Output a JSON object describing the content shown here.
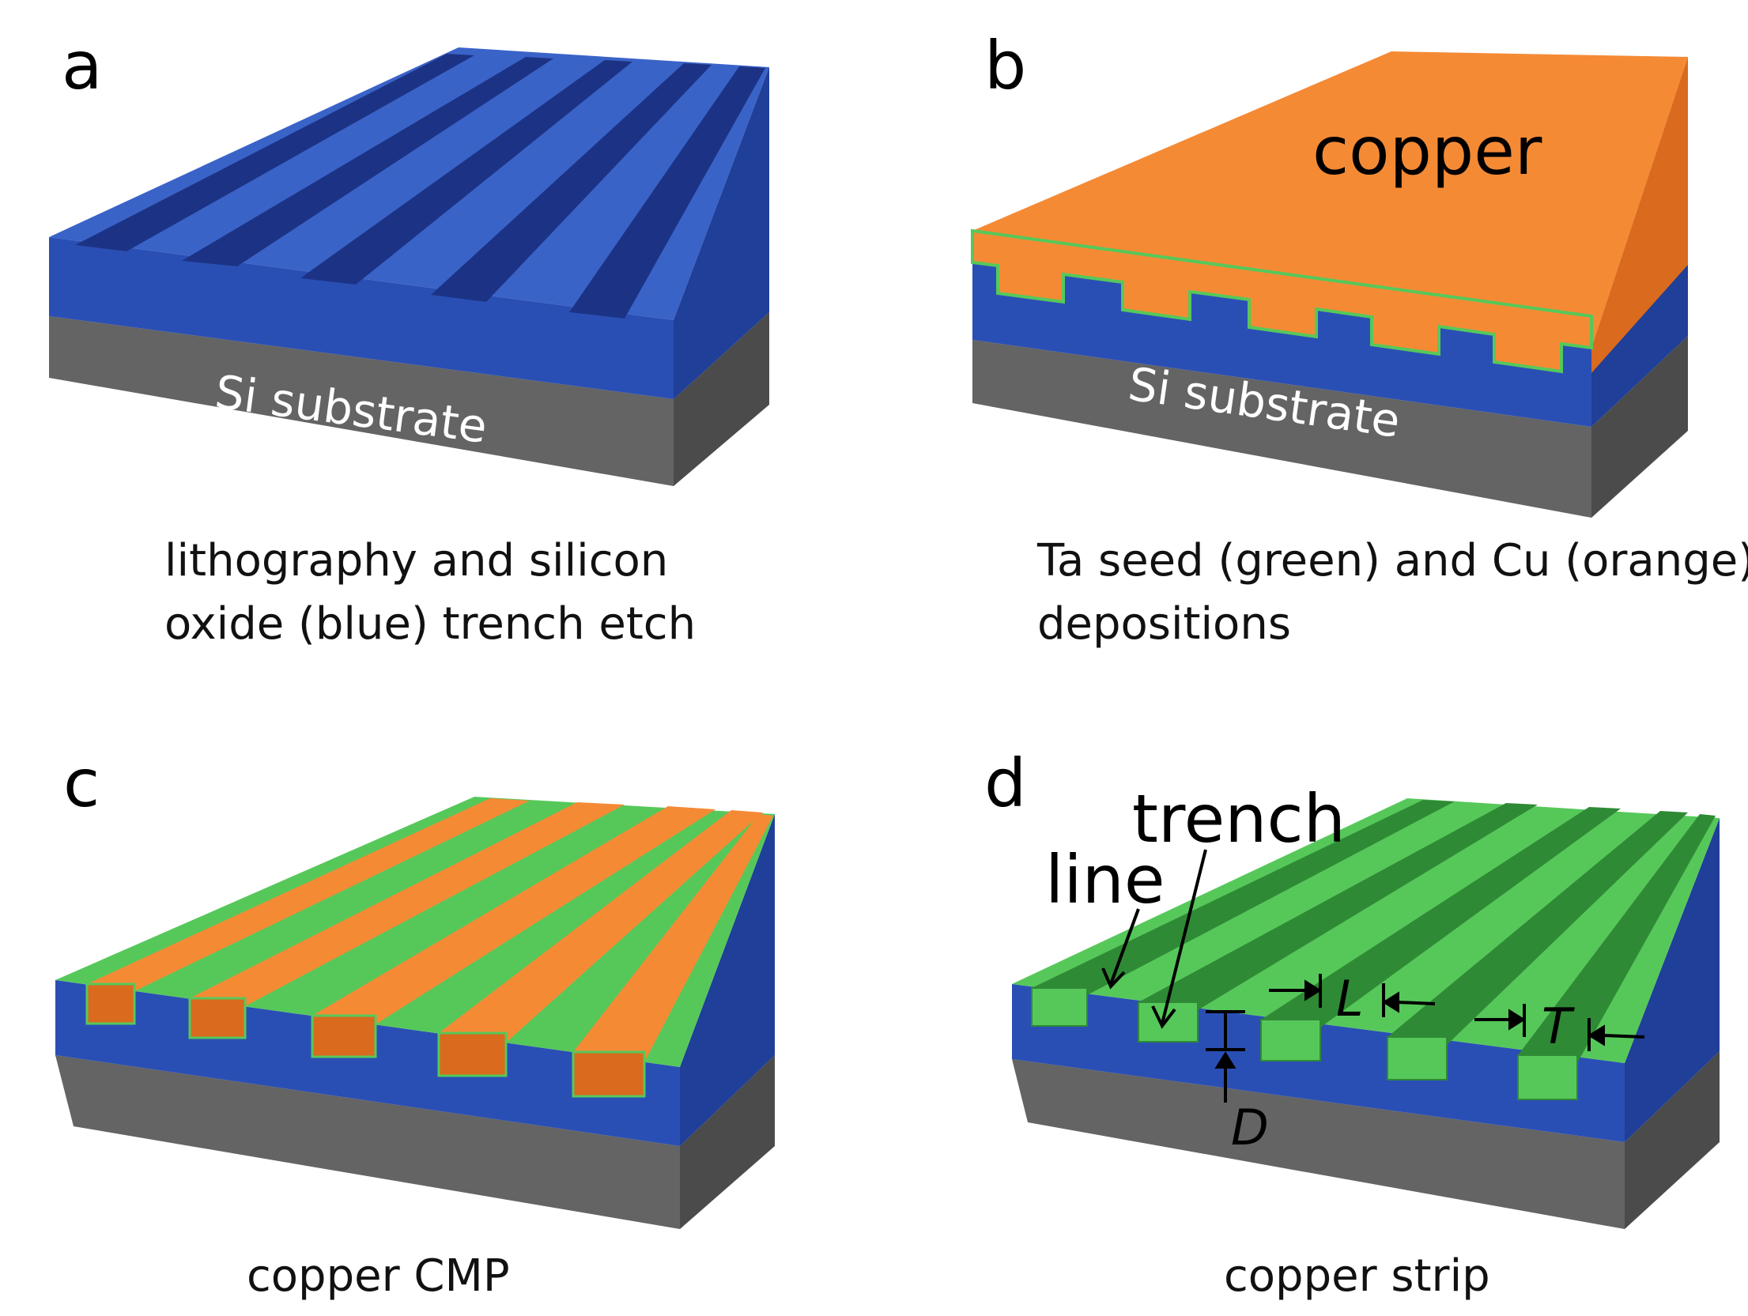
{
  "panels": [
    {
      "letter": "a",
      "substrate_label": "Si substrate",
      "caption_lines": [
        "lithography and silicon",
        "oxide (blue) trench etch"
      ]
    },
    {
      "letter": "b",
      "overlay_label": "copper",
      "substrate_label": "Si substrate",
      "caption_lines": [
        "Ta seed (green) and Cu (orange)",
        "depositions"
      ]
    },
    {
      "letter": "c",
      "caption_lines": [
        "copper CMP"
      ]
    },
    {
      "letter": "d",
      "callouts": [
        "trench",
        "line"
      ],
      "dimension_labels": [
        "L",
        "T",
        "D"
      ],
      "caption_lines": [
        "copper strip"
      ]
    }
  ],
  "colors": {
    "oxide_blue": "#2a4fb4",
    "oxide_blue_dark": "#1c3385",
    "oxide_top": "#3a63c8",
    "silicon_gray": "#646464",
    "silicon_dark": "#4b4b4b",
    "copper_orange": "#f58a35",
    "copper_dark": "#d96a1e",
    "seed_green": "#56c85a",
    "seed_green_dark": "#2f8a35"
  }
}
